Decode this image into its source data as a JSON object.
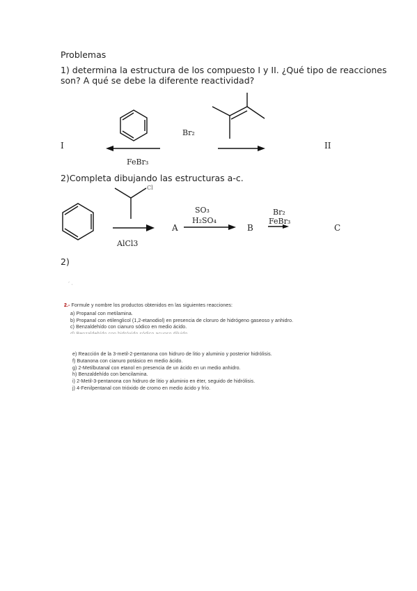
{
  "heading": "Problemas",
  "problem1": {
    "line1": "1) determina la estructura de los compuesto I y II. ¿Qué tipo de reacciones",
    "line2": "son? A qué se debe la diferente reactividad?",
    "label_I": "I",
    "label_II": "II",
    "reagent_top": "Br₂",
    "reagent_bottom": "FeBr₃"
  },
  "problem2": {
    "title": "2)Completa dibujando las estructuras a-c.",
    "reagent_below_arrow1": "AlCl3",
    "label_A": "A",
    "reagent2_top": "SO₃",
    "reagent2_bottom": "H₂SO₄",
    "label_B": "B",
    "reagent3_top": "Br₂",
    "reagent3_bottom": "FeBr₃",
    "label_C": "C"
  },
  "problem3_label": "2)",
  "scanned": {
    "stray": "´                     ·",
    "intro_num": "2.-",
    "intro": "Formule y nombre los productos obtenidos en las siguientes reacciones:",
    "items_a": [
      "a) Propanal con metilamina.",
      "b) Propanal con etilenglicol (1,2-etanodiol) en presencia de cloruro de hidrógeno gaseoso y anhidro.",
      "c) Benzaldehído con cianuro sódico en medio ácido.",
      "d) Benzaldehído con hidróxido sódico acuoso diluido."
    ],
    "items_b": [
      "e) Reacción de la 3-metil-2-pentanona con hidruro de litio y aluminio y posterior hidrólisis.",
      "f) Butanona con cianuro potásico en medio ácido.",
      "g) 2-Metilbutanal con etanol en presencia de un ácido en un medio anhidro.",
      "h) Benzaldehído con bencilamina.",
      "i) 2-Metil-3-pentanona con hidruro de litio y aluminio en éter, seguido de hidrólisis.",
      "j) 4-Fenilpentanal con trióxido de cromo en medio ácido y frío."
    ]
  }
}
